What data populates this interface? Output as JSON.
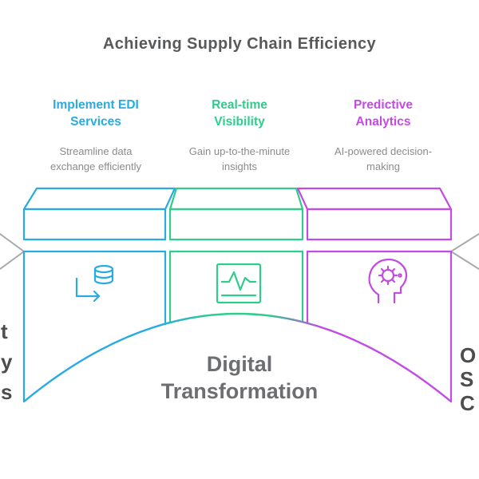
{
  "title": "Achieving Supply Chain Efficiency",
  "columns": [
    {
      "heading": "Implement EDI Services",
      "description": "Streamline data exchange efficiently",
      "color": "#29ABE2",
      "icon": "data-exchange-icon"
    },
    {
      "heading": "Real-time Visibility",
      "description": "Gain up-to-the-minute insights",
      "color": "#2FCC8C",
      "icon": "monitor-chart-icon"
    },
    {
      "heading": "Predictive Analytics",
      "description": "AI-powered decision-making",
      "color": "#C24BE2",
      "icon": "ai-head-icon"
    }
  ],
  "center_label": "Digital Transformation",
  "edge_text_left": [
    "t",
    "y",
    "s"
  ],
  "edge_text_right": [
    "O",
    "S",
    "C"
  ],
  "colors": {
    "blue": "#29ABE2",
    "green": "#2FCC8C",
    "purple": "#C24BE2",
    "title": "#58595B",
    "body": "#898B8E",
    "label": "#6D6E71",
    "edge": "#4D4D4F",
    "gray_line": "#A7A9AC",
    "background": "#FFFFFF"
  }
}
